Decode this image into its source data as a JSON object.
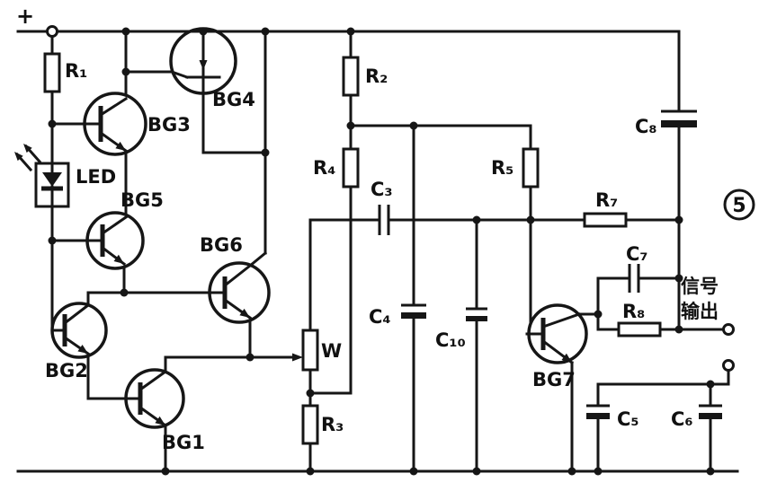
{
  "diagram": {
    "type": "circuit-schematic",
    "ink_color": "#161616",
    "paper_color": "#ffffff"
  },
  "labels": {
    "plus": "+",
    "r1": "R₁",
    "r2": "R₂",
    "r3": "R₃",
    "r4": "R₄",
    "r5": "R₅",
    "r7": "R₇",
    "r8": "R₈",
    "c3": "C₃",
    "c4": "C₄",
    "c5": "C₅",
    "c6": "C₆",
    "c7": "C₇",
    "c8": "C₈",
    "c10": "C₁₀",
    "bg1": "BG1",
    "bg2": "BG2",
    "bg3": "BG3",
    "bg4": "BG4",
    "bg5": "BG5",
    "bg6": "BG6",
    "bg7": "BG7",
    "w": "W",
    "led": "LED",
    "signal_out_line1": "信号",
    "signal_out_line2": "输出",
    "figure_number": "5"
  }
}
